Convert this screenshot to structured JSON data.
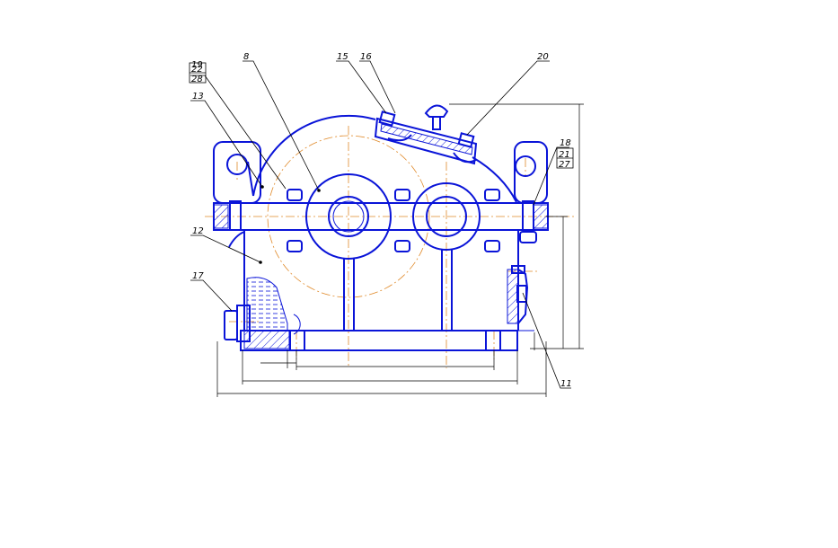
{
  "colors": {
    "outline": "#0a14d8",
    "centerline": "#e08a2a",
    "leader": "#000000",
    "background": "#ffffff"
  },
  "labels": {
    "l19": "19",
    "l22": "22",
    "l28": "28",
    "l13": "13",
    "l8": "8",
    "l15": "15",
    "l16": "16",
    "l20": "20",
    "l18": "18",
    "l21": "21",
    "l27": "27",
    "l12": "12",
    "l17": "17",
    "l11": "11"
  }
}
